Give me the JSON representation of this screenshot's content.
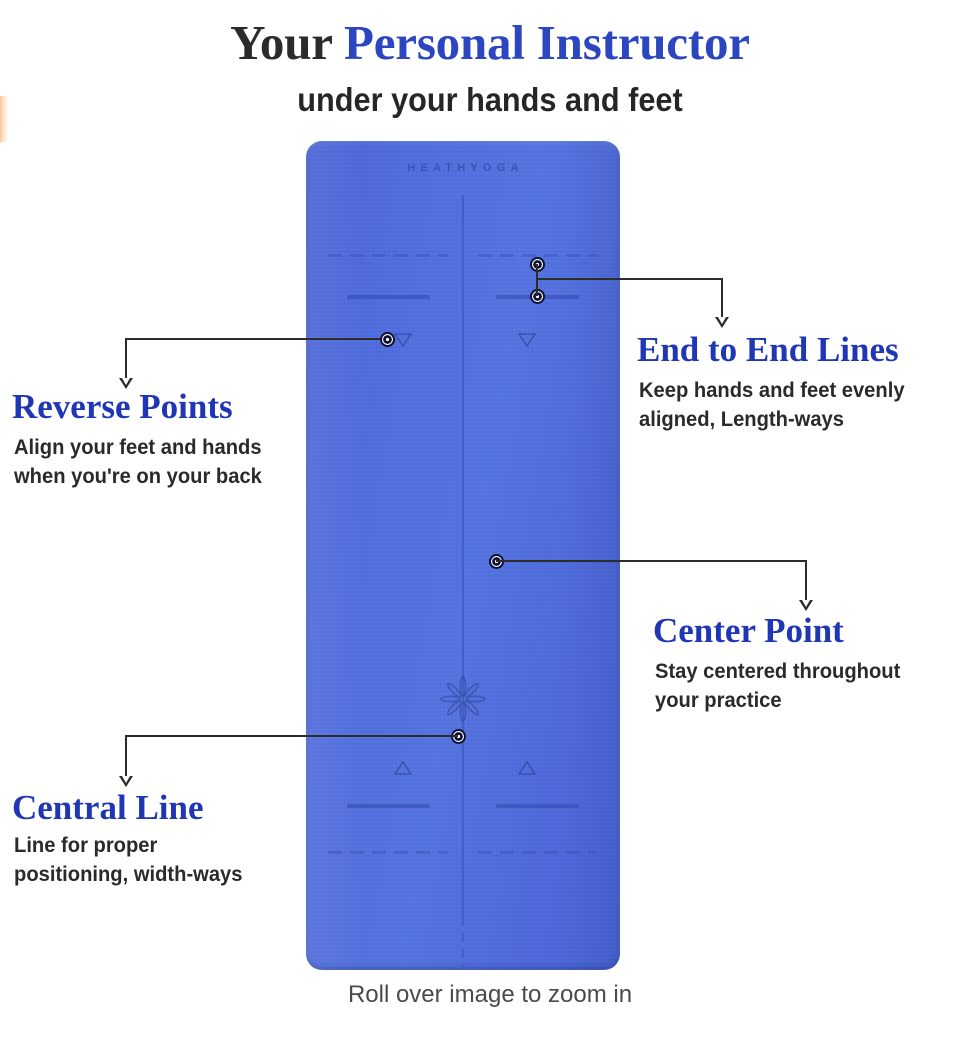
{
  "header": {
    "title_part_dark": "Your ",
    "title_part_blue": "Personal Instructor",
    "subtitle": "under your hands and feet"
  },
  "product": {
    "brand_text": "HEATHYOGA",
    "mat_color": "#4d6adb",
    "mat_line_color": "#354cae"
  },
  "callouts": [
    {
      "id": "reverse-points",
      "title": "Reverse Points",
      "body_line1": "Align your feet and hands",
      "body_line2": "when you're on your back",
      "accent": "#1f37b4"
    },
    {
      "id": "end-to-end-lines",
      "title": "End to End Lines",
      "body_line1": "Keep hands and feet evenly",
      "body_line2": "aligned, Length-ways",
      "accent": "#1f37b4"
    },
    {
      "id": "center-point",
      "title": "Center Point",
      "body_line1": "Stay centered throughout",
      "body_line2": "your practice",
      "accent": "#1f37b4"
    },
    {
      "id": "central-line",
      "title": "Central Line",
      "body_line1": "Line for proper",
      "body_line2": "positioning, width-ways",
      "accent": "#1f37b4"
    }
  ],
  "footer": {
    "zoom_hint": "Roll over image to zoom in"
  }
}
